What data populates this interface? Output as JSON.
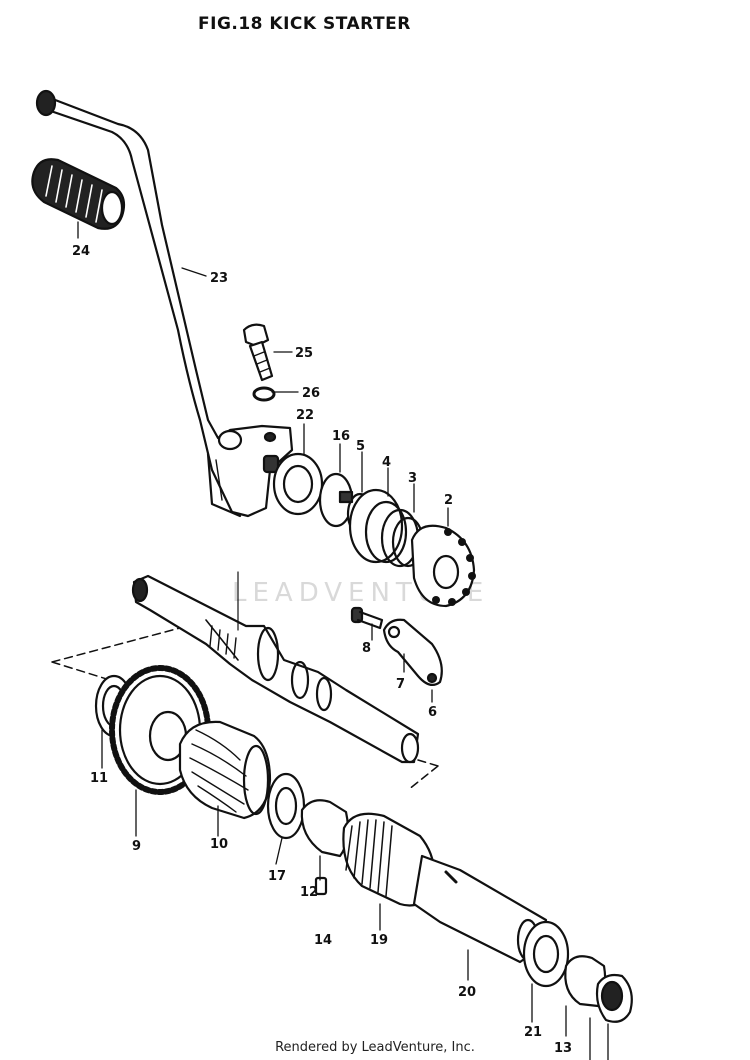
{
  "title": "FIG.18  KICK STARTER",
  "watermark": "LEADVENTURE",
  "footer": "Rendered by LeadVenture, Inc.",
  "callouts": {
    "c24": "24",
    "c23": "23",
    "c25": "25",
    "c26": "26",
    "c22": "22",
    "c16": "16",
    "c5": "5",
    "c4": "4",
    "c3": "3",
    "c2": "2",
    "c8": "8",
    "c7": "7",
    "c6": "6",
    "c11": "11",
    "c9": "9",
    "c10": "10",
    "c17": "17",
    "c12": "12",
    "c14": "14",
    "c19": "19",
    "c20": "20",
    "c21": "21",
    "c13": "13"
  }
}
